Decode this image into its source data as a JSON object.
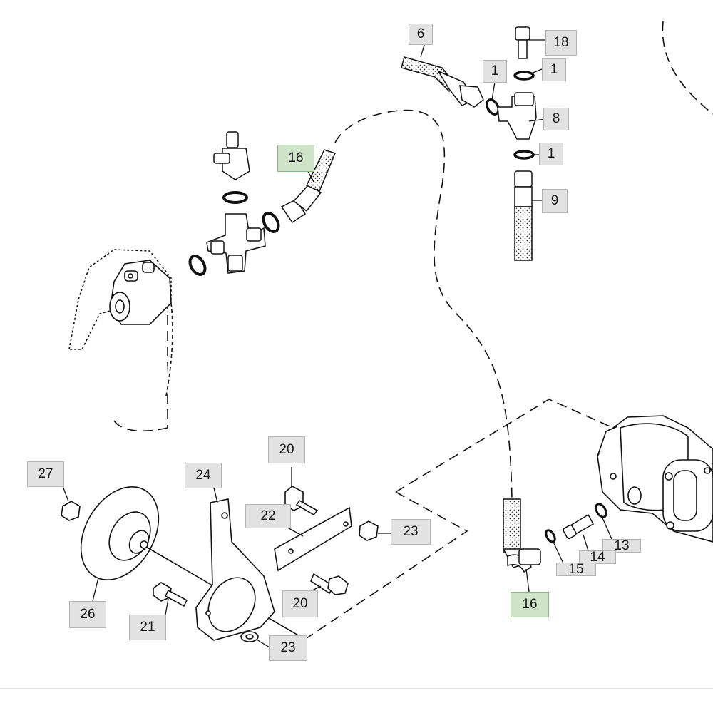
{
  "diagram": {
    "callouts": [
      {
        "id": "c6",
        "label": "6"
      },
      {
        "id": "c18",
        "label": "18"
      },
      {
        "id": "c1a",
        "label": "1"
      },
      {
        "id": "c1b",
        "label": "1"
      },
      {
        "id": "c8",
        "label": "8"
      },
      {
        "id": "c1c",
        "label": "1"
      },
      {
        "id": "c9",
        "label": "9"
      },
      {
        "id": "c16a",
        "label": "16"
      },
      {
        "id": "c20a",
        "label": "20"
      },
      {
        "id": "c27",
        "label": "27"
      },
      {
        "id": "c24",
        "label": "24"
      },
      {
        "id": "c22",
        "label": "22"
      },
      {
        "id": "c23a",
        "label": "23"
      },
      {
        "id": "c20b",
        "label": "20"
      },
      {
        "id": "c26",
        "label": "26"
      },
      {
        "id": "c21",
        "label": "21"
      },
      {
        "id": "c23b",
        "label": "23"
      },
      {
        "id": "c13",
        "label": "13"
      },
      {
        "id": "c14",
        "label": "14"
      },
      {
        "id": "c15",
        "label": "15"
      },
      {
        "id": "c16b",
        "label": "16"
      }
    ],
    "highlight_color": "#cfe3c9",
    "callout_color": "#e2e2e2"
  }
}
